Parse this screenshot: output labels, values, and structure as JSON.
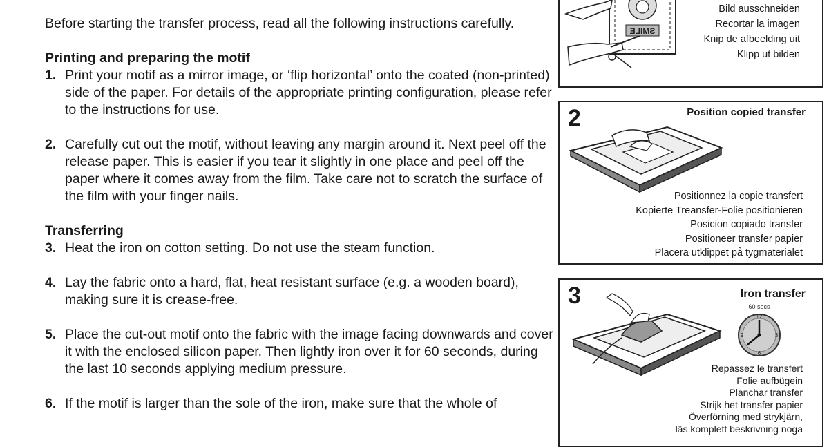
{
  "intro": "Before starting the transfer process, read all the following instructions carefully.",
  "sections": {
    "printing": {
      "heading": "Printing and preparing the motif",
      "steps": [
        {
          "num": "1.",
          "text": "Print your motif as a mirror image, or ‘flip horizontal’ onto the coated (non-printed) side of the paper. For details of the appropriate printing configuration, please refer to the instructions for use."
        },
        {
          "num": "2.",
          "text": "Carefully cut out the motif, without leaving any margin around it. Next peel off the release paper. This is easier if you tear it slightly in one place and peel off the paper where it comes away from the film. Take care not to scratch the surface of the film with your finger nails."
        }
      ]
    },
    "transferring": {
      "heading": "Transferring",
      "steps": [
        {
          "num": "3.",
          "text": "Heat the iron on cotton setting. Do not use the steam function."
        },
        {
          "num": "4.",
          "text": "Lay the fabric onto a hard, flat, heat resistant surface (e.g. a wooden board), making sure it is crease-free."
        },
        {
          "num": "5.",
          "text": "Place the cut-out motif onto the fabric with the image facing downwards and cover it with the enclosed silicon paper. Then lightly iron over it for 60 seconds, during the last 10 seconds applying medium pressure."
        },
        {
          "num": "6.",
          "text": "If the motif is larger than the sole of the iron, make sure that the whole of"
        }
      ]
    }
  },
  "panels": {
    "cut": {
      "smile_text": "SMILE",
      "captions": [
        "Bild ausschneiden",
        "Recortar la imagen",
        "Knip de afbeelding uit",
        "Klipp ut bilden"
      ]
    },
    "position": {
      "number": "2",
      "title": "Position copied transfer",
      "captions": [
        "Positionnez la copie transfert",
        "Kopierte Treansfer-Folie positionieren",
        "Posicion copiado transfer",
        "Positioneer transfer papier",
        "Placera utklippet på tygmaterialet"
      ]
    },
    "iron": {
      "number": "3",
      "title": "Iron transfer",
      "clock_label": "60 secs",
      "clock_numbers": [
        "12",
        "3",
        "6",
        "9"
      ],
      "captions": [
        "Repassez le transfert",
        "Folie aufbügein",
        "Planchar transfer",
        "Strijk het transfer papier",
        "Överförning med strykjärn,",
        "läs komplett beskrivning noga"
      ]
    }
  }
}
